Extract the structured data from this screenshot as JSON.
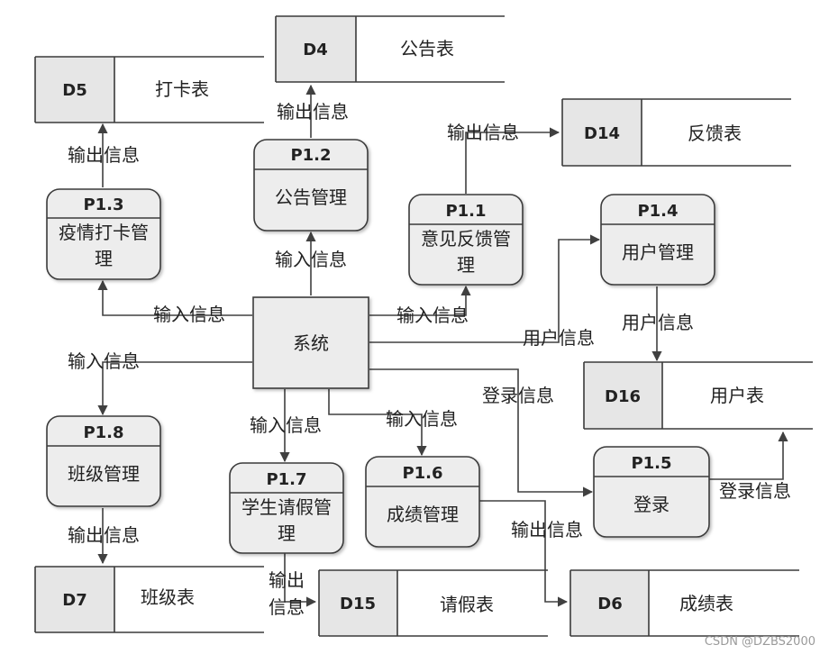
{
  "system": {
    "label": "系统"
  },
  "processes": {
    "p11": {
      "id": "P1.1",
      "line1": "意见反馈管",
      "line2": "理"
    },
    "p12": {
      "id": "P1.2",
      "line1": "公告管理"
    },
    "p13": {
      "id": "P1.3",
      "line1": "疫情打卡管",
      "line2": "理"
    },
    "p14": {
      "id": "P1.4",
      "line1": "用户管理"
    },
    "p15": {
      "id": "P1.5",
      "line1": "登录"
    },
    "p16": {
      "id": "P1.6",
      "line1": "成绩管理"
    },
    "p17": {
      "id": "P1.7",
      "line1": "学生请假管",
      "line2": "理"
    },
    "p18": {
      "id": "P1.8",
      "line1": "班级管理"
    }
  },
  "stores": {
    "d4": {
      "id": "D4",
      "name": "公告表"
    },
    "d5": {
      "id": "D5",
      "name": "打卡表"
    },
    "d6": {
      "id": "D6",
      "name": "成绩表"
    },
    "d7": {
      "id": "D7",
      "name": "班级表"
    },
    "d14": {
      "id": "D14",
      "name": "反馈表"
    },
    "d15": {
      "id": "D15",
      "name": "请假表"
    },
    "d16": {
      "id": "D16",
      "name": "用户表"
    }
  },
  "flows": {
    "out_d4": "输出信息",
    "out_d5": "输出信息",
    "out_d14": "输出信息",
    "in_p12": "输入信息",
    "in_p13": "输入信息",
    "in_p11": "输入信息",
    "user_info_p14": "用户信息",
    "user_info_d16": "用户信息",
    "in_p18": "输入信息",
    "login_info_p15": "登录信息",
    "login_info_d16": "登录信息",
    "in_p17": "输入信息",
    "in_p16": "输入信息",
    "out_d7": "输出信息",
    "out_d15_line1": "输出",
    "out_d15_line2": "信息",
    "out_d6": "输出信息"
  },
  "watermark": "CSDN @DZBS2000"
}
